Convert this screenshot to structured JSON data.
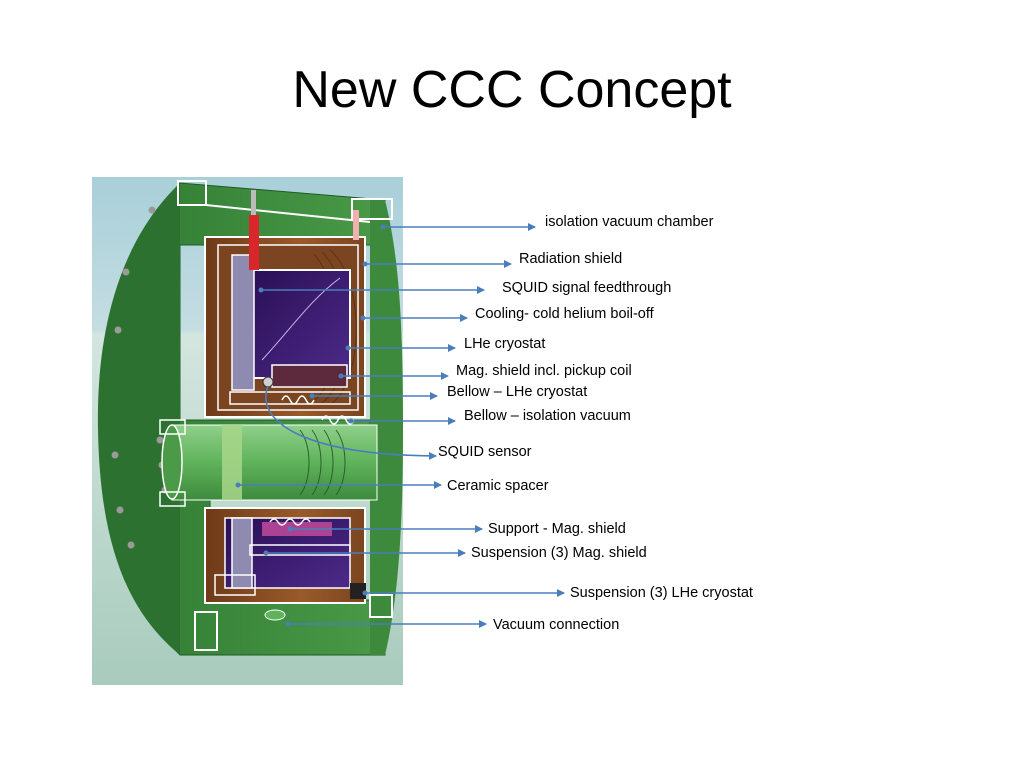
{
  "slide": {
    "title": "New CCC Concept"
  },
  "colors": {
    "arrow": "#4a7ebb",
    "chamber_green": "#3d8a3d",
    "copper": "#8a4e24",
    "purple": "#3a1a6a",
    "sky": "#b7d4dc"
  },
  "labels": [
    {
      "id": "isolation-vacuum-chamber",
      "text": "isolation vacuum chamber"
    },
    {
      "id": "radiation-shield",
      "text": "Radiation shield"
    },
    {
      "id": "squid-signal-feedthrough",
      "text": "SQUID signal feedthrough"
    },
    {
      "id": "cooling",
      "text": "Cooling- cold helium boil-off"
    },
    {
      "id": "lhe-cryostat",
      "text": "LHe cryostat"
    },
    {
      "id": "mag-shield",
      "text": "Mag. shield incl. pickup coil"
    },
    {
      "id": "bellow-lhe",
      "text": "Bellow – LHe cryostat"
    },
    {
      "id": "bellow-isolation",
      "text": "Bellow – isolation vacuum"
    },
    {
      "id": "squid-sensor",
      "text": "SQUID sensor"
    },
    {
      "id": "ceramic-spacer",
      "text": "Ceramic spacer"
    },
    {
      "id": "support-mag-shield",
      "text": "Support - Mag. shield"
    },
    {
      "id": "suspension-mag-shield",
      "text": "Suspension (3) Mag. shield"
    },
    {
      "id": "suspension-lhe",
      "text": "Suspension (3) LHe cryostat"
    },
    {
      "id": "vacuum-connection",
      "text": "Vacuum connection"
    }
  ]
}
